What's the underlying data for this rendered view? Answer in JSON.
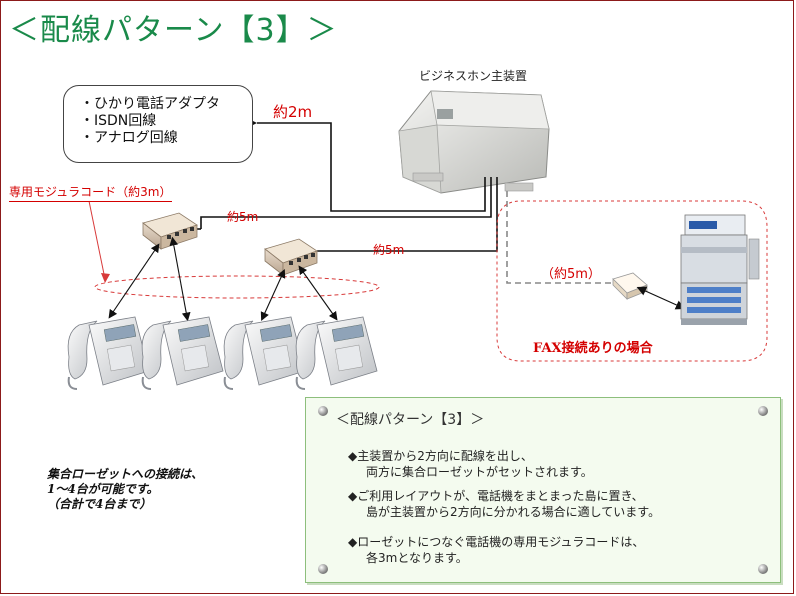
{
  "title": "＜配線パターン【3】＞",
  "main_unit": {
    "label": "ビジネスホン主装置"
  },
  "lines_box": {
    "items": [
      "・ひかり電話アダプタ",
      "・ISDN回線",
      "・アナログ回線"
    ]
  },
  "distances": {
    "to_lines": "約2m",
    "rosette_1": "約5m",
    "rosette_2": "約5m",
    "fax": "（約5m）"
  },
  "cord_label": "専用モジュラコード（約3m）",
  "fax_case": "FAX接続ありの場合",
  "connection_note": [
    "集合ローゼットへの接続は、",
    "1〜4台が可能です。",
    "（合計で4台まで）"
  ],
  "panel": {
    "heading": "＜配線パターン【3】＞",
    "bullets": [
      {
        "line1": "◆主装置から2方向に配線を出し、",
        "line2": "両方に集合ローゼットがセットされます。"
      },
      {
        "line1": "◆ご利用レイアウトが、電話機をまとまった島に置き、",
        "line2": "島が主装置から2方向に分かれる場合に適しています。"
      },
      {
        "line1": "◆ローゼットにつなぐ電話機の専用モジュラコードは、",
        "line2": "各3mとなります。"
      }
    ]
  },
  "colors": {
    "title": "#1a8a4a",
    "accent_red": "#d40000",
    "panel_bg": "#f4fbef",
    "frame": "#8c1a1a"
  }
}
